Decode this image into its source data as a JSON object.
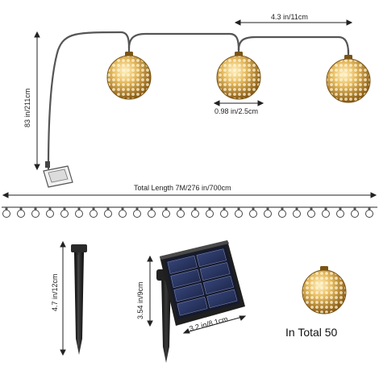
{
  "labels": {
    "ball_spacing": "4.3 in/11cm",
    "ball_diameter": "0.98 in/2.5cm",
    "lead_wire": "83 in/211cm",
    "total_length": "Total Length  7M/276 in/700cm",
    "stake_height": "4.7 in/12cm",
    "panel_height": "3.54 in/9cm",
    "panel_width": "3.2 in/8.1cm",
    "total_count": "In Total 50"
  },
  "colors": {
    "ink": "#222222",
    "wire": "#555555",
    "gold_light": "#f3d68a",
    "gold_dark": "#9a6a1c",
    "panel_frame": "#1f1f1f",
    "panel_cell": "#26325c",
    "stake": "#1a1a1a"
  },
  "icons": {
    "lantern": "moroccan-globe-icon",
    "battery_box": "battery-box-icon",
    "solar_panel": "solar-panel-icon",
    "ground_stake": "ground-stake-icon",
    "string_light": "small-bulb-icon"
  }
}
